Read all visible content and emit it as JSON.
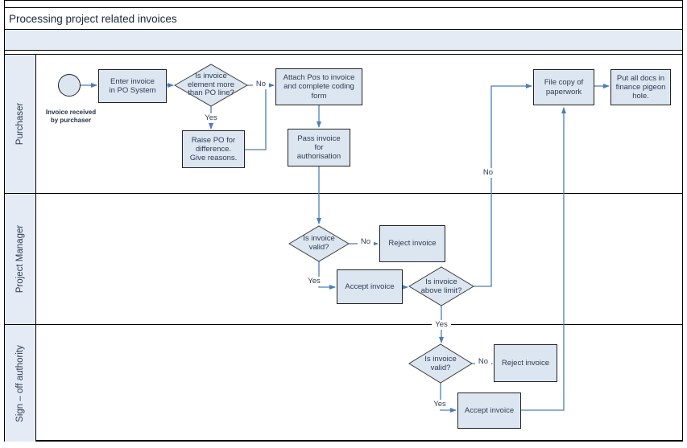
{
  "title": "Processing project related invoices",
  "lanes": [
    {
      "label": "Purchaser"
    },
    {
      "label": "Project Manager"
    },
    {
      "label": "Sign – off authority"
    }
  ],
  "nodes": {
    "start_caption": "Invoice received\nby purchaser",
    "enter_invoice": "Enter invoice\nin PO System",
    "element_more_decision": "Is invoice\nelement more\nthan PO line?",
    "attach_pos": "Attach Pos to invoice\nand complete coding\nform",
    "raise_po": "Raise PO for\ndifference.\nGive reasons.",
    "pass_invoice": "Pass invoice\nfor\nauthorisation",
    "file_copy": "File copy of\npaperwork",
    "pigeon_hole": "Put all docs in\nfinance pigeon\nhole.",
    "pm_valid_decision": "Is invoice\nvalid?",
    "pm_reject": "Reject invoice",
    "pm_accept": "Accept invoice",
    "above_limit_decision": "Is invoice\nabove limit?",
    "so_valid_decision": "Is invoice\nvalid?",
    "so_reject": "Reject invoice",
    "so_accept": "Accept invoice"
  },
  "edge_labels": {
    "no_element_more": "No",
    "yes_element_more": "Yes",
    "no_pm_valid": "No",
    "yes_pm_valid": "Yes",
    "no_above_limit": "No",
    "yes_above_limit": "Yes",
    "no_so_valid": "No",
    "yes_so_valid": "Yes"
  },
  "colors": {
    "shape_fill": "#dce6f1",
    "lane_fill": "#e4ebf5",
    "connector": "#4a7ebb",
    "border": "#222222"
  }
}
